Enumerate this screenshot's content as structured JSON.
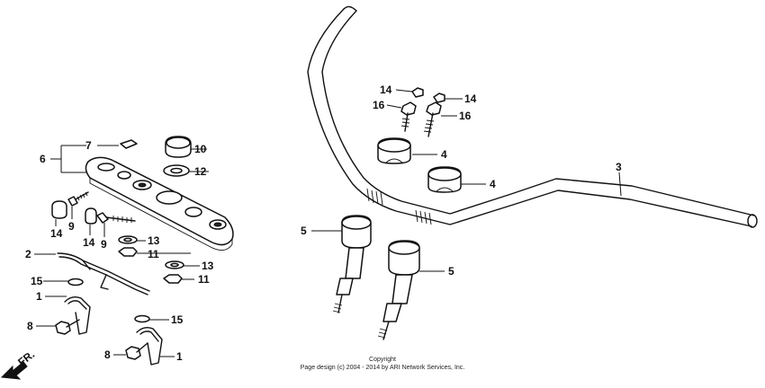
{
  "callouts": {
    "c1a": "1",
    "c1b": "1",
    "c2": "2",
    "c3": "3",
    "c4a": "4",
    "c4b": "4",
    "c5a": "5",
    "c5b": "5",
    "c6": "6",
    "c7": "7",
    "c8a": "8",
    "c8b": "8",
    "c9a": "9",
    "c9b": "9",
    "c10": "10",
    "c11a": "11",
    "c11b": "11",
    "c12": "12",
    "c13a": "13",
    "c13b": "13",
    "c14a": "14",
    "c14b": "14",
    "c14c": "14",
    "c14d": "14",
    "c15a": "15",
    "c15b": "15",
    "c16a": "16",
    "c16b": "16"
  },
  "direction_label": "FR.",
  "copyright": {
    "line1": "Copyright",
    "line2": "Page design (c) 2004 - 2014 by ARI Network Services, Inc."
  },
  "icons": [
    "front-direction-arrow-icon"
  ]
}
